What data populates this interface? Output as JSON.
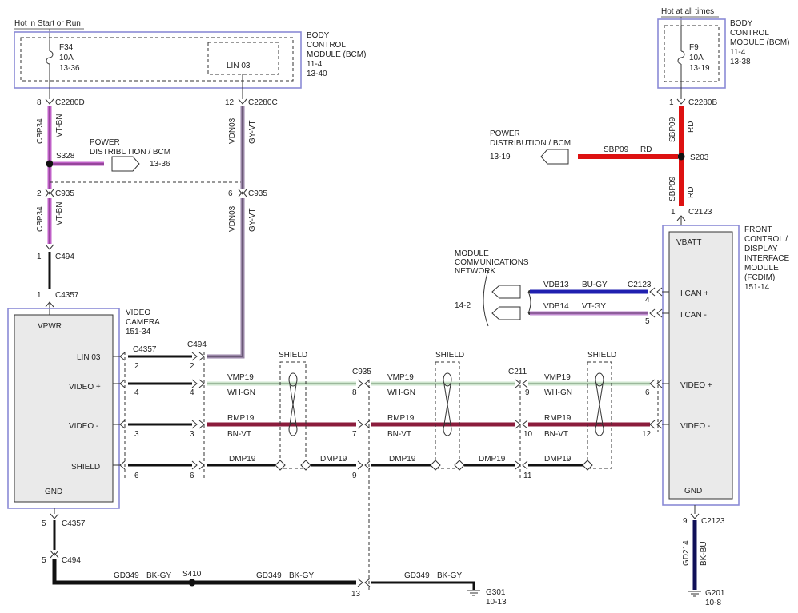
{
  "power": {
    "left_label": "Hot in Start or Run",
    "right_label": "Hot at all times"
  },
  "bcm_left": {
    "title_lines": [
      "BODY",
      "CONTROL",
      "MODULE (BCM)",
      "11-4",
      "13-40"
    ],
    "fuse": {
      "name": "F34",
      "rating": "10A",
      "ref": "13-36"
    },
    "lin_box": "LIN 03"
  },
  "bcm_right": {
    "title_lines": [
      "BODY",
      "CONTROL",
      "MODULE (BCM)",
      "11-4",
      "13-38"
    ],
    "fuse": {
      "name": "F9",
      "rating": "10A",
      "ref": "13-19"
    }
  },
  "left_circuit": {
    "pin_c2280d": "8",
    "c2280d": "C2280D",
    "circuit": "CBP34",
    "color": "VT-BN",
    "splice": "S328",
    "pd_label": [
      "POWER",
      "DISTRIBUTION / BCM"
    ],
    "pd_ref": "13-36",
    "pin_c935": "2",
    "c935": "C935",
    "pin_c494": "1",
    "c494": "C494",
    "pin_c4357": "1",
    "c4357": "C4357"
  },
  "lin_circuit": {
    "pin_c2280c": "12",
    "c2280c": "C2280C",
    "circuit": "VDN03",
    "color": "GY-VT",
    "pin_c935": "6",
    "c935": "C935"
  },
  "right_circuit": {
    "pin_c2280b": "1",
    "c2280b": "C2280B",
    "circuit": "SBP09",
    "color": "RD",
    "splice": "S203",
    "pd_label": [
      "POWER",
      "DISTRIBUTION / BCM"
    ],
    "pd_ref": "13-19",
    "pin_c2123": "1",
    "c2123": "C2123"
  },
  "camera": {
    "title_lines": [
      "VIDEO",
      "CAMERA",
      "151-34"
    ],
    "vpwr": "VPWR",
    "pins": [
      "LIN 03",
      "VIDEO +",
      "VIDEO -",
      "SHIELD"
    ],
    "gnd": "GND"
  },
  "fcdim": {
    "title_lines": [
      "FRONT",
      "CONTROL /",
      "DISPLAY",
      "INTERFACE",
      "MODULE",
      "(FCDIM)",
      "151-14"
    ],
    "vbatt": "VBATT",
    "pins": [
      "I CAN +",
      "I CAN -",
      "VIDEO +",
      "VIDEO -"
    ],
    "gnd": "GND"
  },
  "network": {
    "label_lines": [
      "MODULE",
      "COMMUNICATIONS",
      "NETWORK"
    ],
    "ref": "14-2",
    "can_plus": {
      "circuit": "VDB13",
      "color": "BU-GY",
      "connector": "C2123",
      "pin": "4"
    },
    "can_minus": {
      "circuit": "VDB14",
      "color": "VT-GY",
      "pin": "5"
    }
  },
  "harness": {
    "c4357": "C4357",
    "c494": "C494",
    "c935": "C935",
    "c211": "C211",
    "shield": "SHIELD",
    "c4357_pins": [
      "2",
      "4",
      "3",
      "6"
    ],
    "c494_pins": [
      "2",
      "4",
      "3",
      "6"
    ],
    "c935_pins": [
      "8",
      "7",
      "9"
    ],
    "c211_pins": [
      "9",
      "10",
      "11"
    ],
    "c2123_pins": [
      "6",
      "12"
    ],
    "vmp": {
      "circuit": "VMP19",
      "color": "WH-GN"
    },
    "rmp": {
      "circuit": "RMP19",
      "color": "BN-VT"
    },
    "dmp": {
      "circuit": "DMP19"
    }
  },
  "ground_left": {
    "pin_c4357": "5",
    "c4357": "C4357",
    "pin_c494": "5",
    "c494": "C494",
    "circuit": "GD349",
    "color": "BK-GY",
    "splice": "S410",
    "pin_c935": "13",
    "ground": "G301",
    "ground_ref": "10-13"
  },
  "ground_right": {
    "pin_c2123": "9",
    "c2123": "C2123",
    "circuit": "GD214",
    "color": "BK-BU",
    "ground": "G201",
    "ground_ref": "10-8"
  },
  "colors": {
    "vt_bn": "#c060c8",
    "gy_vt": "#9a86a8",
    "rd": "#dd1111",
    "bu_gy": "#2020b0",
    "vt_gy": "#c08ad0",
    "wh_gn": "#cfe6cf",
    "bn_vt": "#8b1c3c",
    "bk_bu": "#101058",
    "black": "#111111",
    "module_outline": "#8a8ad6"
  }
}
